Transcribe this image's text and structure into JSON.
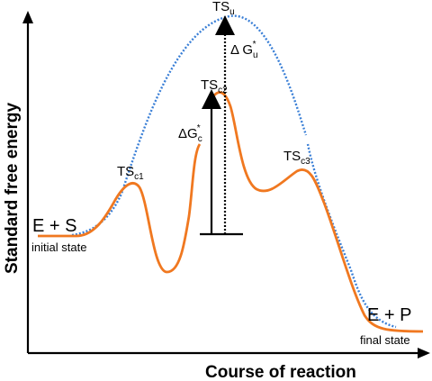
{
  "axes": {
    "y_label": "Standard free energy",
    "x_label": "Course of reaction"
  },
  "labels": {
    "ts_u": {
      "main": "TS",
      "sub": "u"
    },
    "ts_c1": {
      "main": "TS",
      "sub": "c1"
    },
    "ts_c2": {
      "main": "TS",
      "sub": "c2"
    },
    "ts_c3": {
      "main": "TS",
      "sub": "c3"
    },
    "dg_u": {
      "main": "Δ G",
      "sub": "u",
      "sup": "*"
    },
    "dg_c": {
      "main": "ΔG",
      "sub": "c",
      "sup": "*"
    },
    "initial": "E + S",
    "initial_note": "initial state",
    "final": "E + P",
    "final_note": "final state"
  },
  "colors": {
    "catalyzed_curve": "#f07820",
    "uncatalyzed_curve": "#3a7fd6",
    "axis": "#000000"
  },
  "legend_semantics": {
    "catalyzed_curve": "orange solid line",
    "uncatalyzed_curve": "blue dotted line"
  }
}
